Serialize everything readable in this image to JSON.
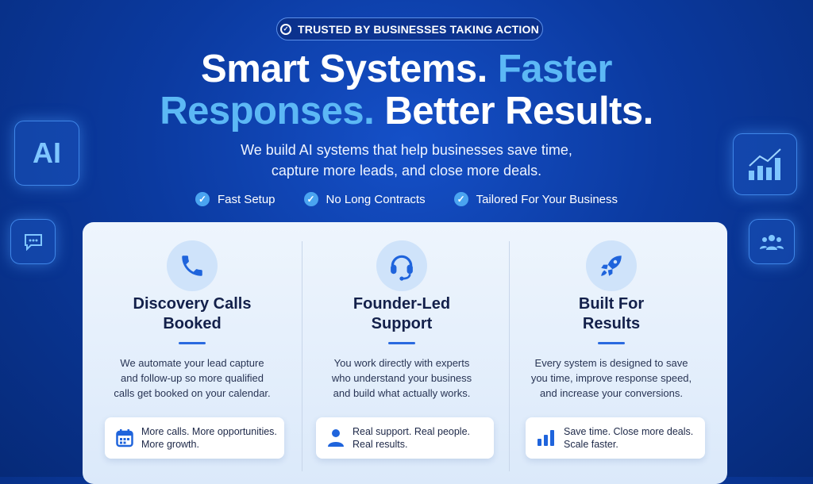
{
  "badge": {
    "icon": "check-circle-icon",
    "label": "TRUSTED BY BUSINESSES TAKING ACTION"
  },
  "headline": {
    "line1_white": "Smart Systems.",
    "line1_accent": "Faster",
    "line2_accent": "Responses.",
    "line2_white": "Better Results."
  },
  "subtitle": {
    "line1": "We build AI systems that help businesses save time,",
    "line2": "capture more leads, and close more deals."
  },
  "checks": [
    "Fast Setup",
    "No Long Contracts",
    "Tailored For Your Business"
  ],
  "side_icons": {
    "ai_label": "AI",
    "chat": "chat-icon",
    "chart": "growth-chart-icon",
    "people": "people-icon"
  },
  "features": [
    {
      "icon": "phone-icon",
      "title1": "Discovery Calls",
      "title2": "Booked",
      "desc": [
        "We automate your lead capture",
        "and follow-up so more qualified",
        "calls get booked on your calendar."
      ],
      "box_icon": "calendar-icon",
      "box": [
        "More calls. More opportunities.",
        "More growth."
      ]
    },
    {
      "icon": "headset-icon",
      "title1": "Founder-Led",
      "title2": "Support",
      "desc": [
        "You work directly with experts",
        "who understand your business",
        "and build what actually works."
      ],
      "box_icon": "person-icon",
      "box": [
        "Real support. Real people.",
        "Real results."
      ]
    },
    {
      "icon": "rocket-icon",
      "title1": "Built For",
      "title2": "Results",
      "desc": [
        "Every system is designed to save",
        "you time, improve response speed,",
        "and increase your conversions."
      ],
      "box_icon": "bar-chart-icon",
      "box": [
        "Save time. Close more deals.",
        "Scale faster."
      ]
    }
  ],
  "colors": {
    "accent": "#5cb8f5",
    "primary": "#2a6ae0",
    "title": "#13204a"
  }
}
